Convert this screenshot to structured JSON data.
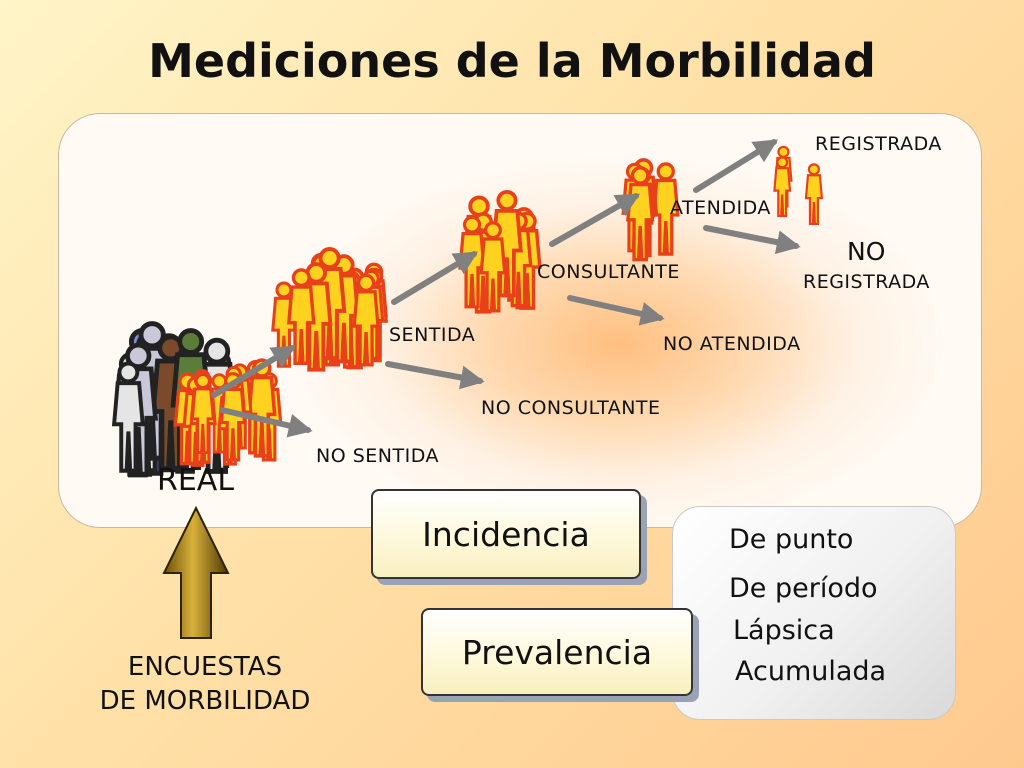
{
  "title": "Mediciones de la Morbilidad",
  "stages": {
    "real": "REAL",
    "sentida": "SENTIDA",
    "no_sentida": "NO SENTIDA",
    "consultante": "CONSULTANTE",
    "no_consultante": "NO  CONSULTANTE",
    "atendida": "ATENDIDA",
    "no_atendida": "NO  ATENDIDA",
    "registrada": "REGISTRADA",
    "no_registrada_line1": "NO",
    "no_registrada_line2": "REGISTRADA"
  },
  "encuestas": {
    "line1": "ENCUESTAS",
    "line2": "DE MORBILIDAD"
  },
  "measures": {
    "incidencia": "Incidencia",
    "prevalencia": "Prevalencia"
  },
  "prevalence_types": [
    "De punto",
    "De período",
    "Lápsica",
    "Acumulada"
  ],
  "colors": {
    "people_fill": "#ffd21f",
    "people_outline": "#e8401a",
    "arrow_gray": "#808080",
    "up_arrow": "#b38a14"
  }
}
